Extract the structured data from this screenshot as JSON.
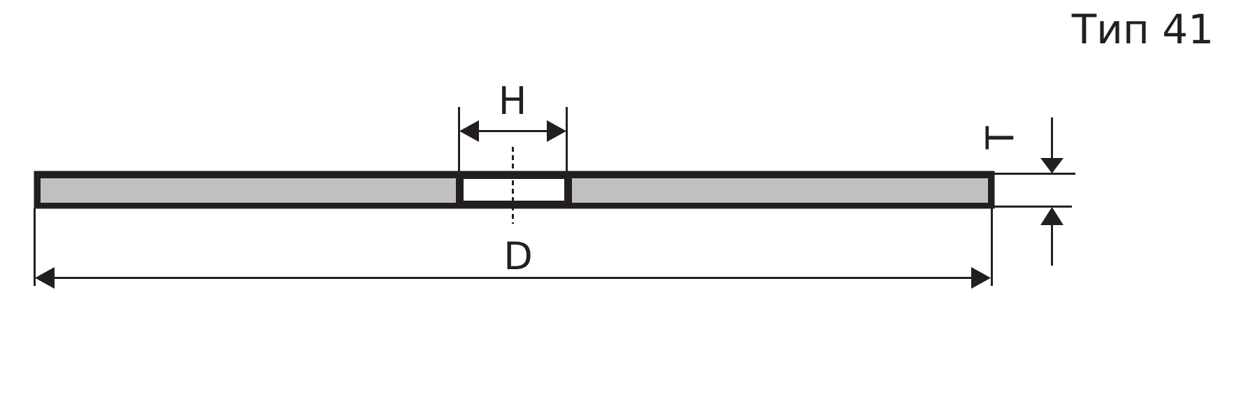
{
  "diagram": {
    "type_label": "Тип 41",
    "labels": {
      "bore_diameter": "H",
      "outer_diameter": "D",
      "thickness": "T"
    },
    "colors": {
      "outline": "#231f20",
      "fill": "#c0c0c0",
      "background": "#ffffff"
    }
  }
}
